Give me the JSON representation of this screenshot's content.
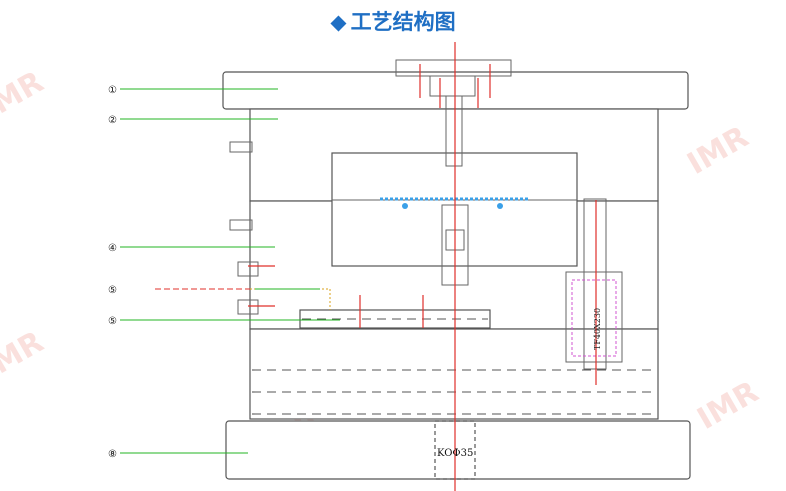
{
  "title": "工艺结构图",
  "title_marker": "◆",
  "markers": [
    "①",
    "②",
    "④",
    "⑤",
    "⑤",
    "⑧"
  ],
  "ko_label": "KOΦ35",
  "spring_label": "TF40X230",
  "watermark_text": "IMR",
  "colors": {
    "title": "#1f6fc4",
    "leader": "#23b523",
    "centerline": "#e0302b",
    "cooling": "#3aa0e8",
    "watermark": "#f6c8c2"
  }
}
